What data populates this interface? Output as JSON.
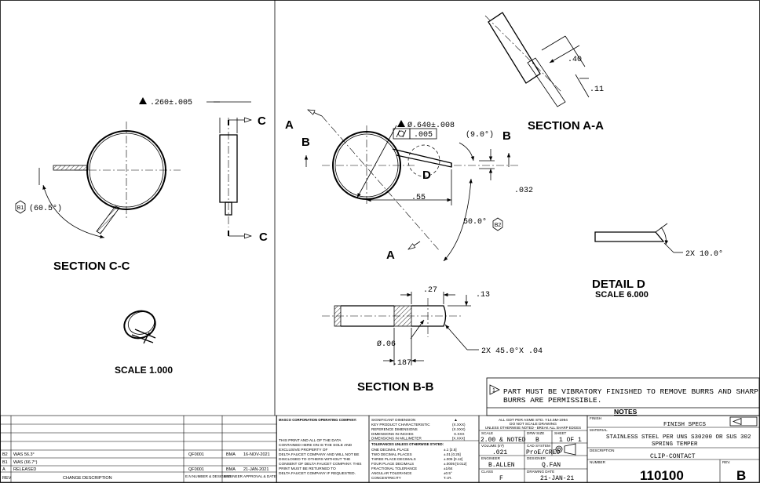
{
  "views": {
    "section_cc": {
      "title": "SECTION   C-C",
      "thickness_dim": ".260±.005",
      "angle_dim": "(60.5°)",
      "balloon": "B1",
      "cut_label_top": "C",
      "cut_label_bottom": "C"
    },
    "section_aa": {
      "title": "SECTION   A-A",
      "dim_40": ".40",
      "dim_11": ".11"
    },
    "main_view": {
      "cut_a_top": "A",
      "cut_a_bottom": "A",
      "cut_b_left": "B",
      "cut_b_right": "B",
      "diameter_dim": "Ø.640±.008",
      "flatness_value": ".005",
      "tab_angle": "(9.0°)",
      "dim_55": ".55",
      "dim_032": ".032",
      "angle_50": "50.0°",
      "balloon_b2": "B2",
      "detail_d": "D"
    },
    "detail_d": {
      "title": "DETAIL   D",
      "scale": "SCALE   6.000",
      "chamfer": "2X 10.0°"
    },
    "section_bb": {
      "title": "SECTION   B-B",
      "dim_27": ".27",
      "dim_13": ".13",
      "dim_06": "Ø.06",
      "dim_187": ".187",
      "chamfer": "2X 45.0°X .04"
    },
    "iso_view": {
      "scale": "SCALE   1.000"
    }
  },
  "notes": {
    "note1": "PART MUST BE VIBRATORY FINISHED TO REMOVE BURRS AND SHARP EDGES.  NO",
    "note1_cont": "BURRS ARE PERMISSIBLE.",
    "header": "NOTES",
    "number": "1"
  },
  "revision_block": {
    "rows": [
      {
        "rev": "B2",
        "desc": "WAS 56.3°",
        "en": "QF0001",
        "eng": "BMA",
        "date": "16-NOV-2021"
      },
      {
        "rev": "B1",
        "desc": "WAS (66.7°)",
        "en": "",
        "eng": "",
        "date": ""
      },
      {
        "rev": "A",
        "desc": "RELEASED",
        "en": "QF0001",
        "eng": "BMA",
        "date": "21-JAN-2021"
      }
    ],
    "col_rev": "REV",
    "col_desc": "CHANGE DESCRIPTION",
    "col_en": "E.N NUMBER & DESIGNER",
    "col_approval": "ENGINEER APPROVAL & DATE"
  },
  "proprietary": {
    "company_header": "MASCO CORPORATION OPERATING COMPANY:",
    "text": [
      "THIS PRINT AND ALL OF THE DATA",
      "CONTAINED HERE ON IS THE SOLE AND",
      "EXCLUSIVE PROPERTY OF",
      "DELTA FAUCET COMPANY AND WILL NOT BE",
      "DISCLOSED TO OTHERS WITHOUT THE",
      "CONSENT OF DELTA FAUCET COMPANY. THIS",
      "PRINT MUST BE RETURNED TO",
      "DELTA FAUCET COMPANY IF REQUESTED."
    ]
  },
  "symbols_legend": {
    "rows": [
      [
        "SIGNIFICANT DIMENSION",
        "▲"
      ],
      [
        "KEY PRODUCT CHARACTERISTIC",
        "(X.XXX)"
      ],
      [
        "REFERENCE DIMENSIONS",
        "(X.XXX)"
      ],
      [
        "DIMENSIONS IN INCHES",
        "X.XXX"
      ],
      [
        "DIMENSIONS IN MILLIMETER",
        "[X.XXX]"
      ]
    ],
    "tol_header": "TOLERANCES UNLESS OTHERWISE STATED:",
    "tolerances": [
      [
        "ONE DECIMAL PLACE",
        "±.1 [2.5]"
      ],
      [
        "TWO DECIMAL PLACES",
        "±.01 [0.25]"
      ],
      [
        "THREE PLACE DECIMALS",
        "±.005 [0.12]"
      ],
      [
        "FOUR PLACE DECIMALS",
        "±.0005 [0.012]"
      ],
      [
        "FRACTIONAL TOLERANCE",
        "±1/64"
      ],
      [
        "ANGULAR TOLERANCE",
        "±0.5°"
      ],
      [
        "CONCENTRICITY",
        "T.I.R."
      ]
    ]
  },
  "title_block": {
    "std_line1": "ALL GDT PER ASME STD. Y14.5M-1994",
    "std_line2": "DO NOT SCALE DRAWING",
    "std_line3": "UNLESS OTHERWISE NOTED - BREAK ALL SHARP EDGES",
    "scale_label": "SCALE",
    "scale_value": "2.00 & NOTED",
    "drw_size_label": "DRW SIZE",
    "drw_size_value": "B",
    "sheet_label": "SHEET",
    "sheet_value": "1 OF 1",
    "volume_label": "VOLUME (in³)",
    "volume_value": ".021",
    "cad_label": "CAD SYSTEM",
    "cad_value": "ProE/CREO",
    "engineer_label": "ENGINEER",
    "engineer_value": "B.ALLEN",
    "designer_label": "DESIGNER",
    "designer_value": "Q.FAN",
    "class_label": "CLASS",
    "class_value": "F",
    "drawing_date_label": "DRAWING DATE",
    "drawing_date_value": "21-JAN-21",
    "finish_label": "FINISH",
    "finish_value": "FINISH SPECS",
    "material_label": "MATERIAL",
    "material_line1": "STAINLESS STEEL PER UNS S30200 OR SUS 302",
    "material_line2": "SPRING TEMPER",
    "description_label": "DESCRIPTION",
    "description_value": "CLIP-CONTACT",
    "number_label": "NUMBER",
    "number_value": "110100",
    "rev_label": "REV.",
    "rev_value": "B"
  }
}
